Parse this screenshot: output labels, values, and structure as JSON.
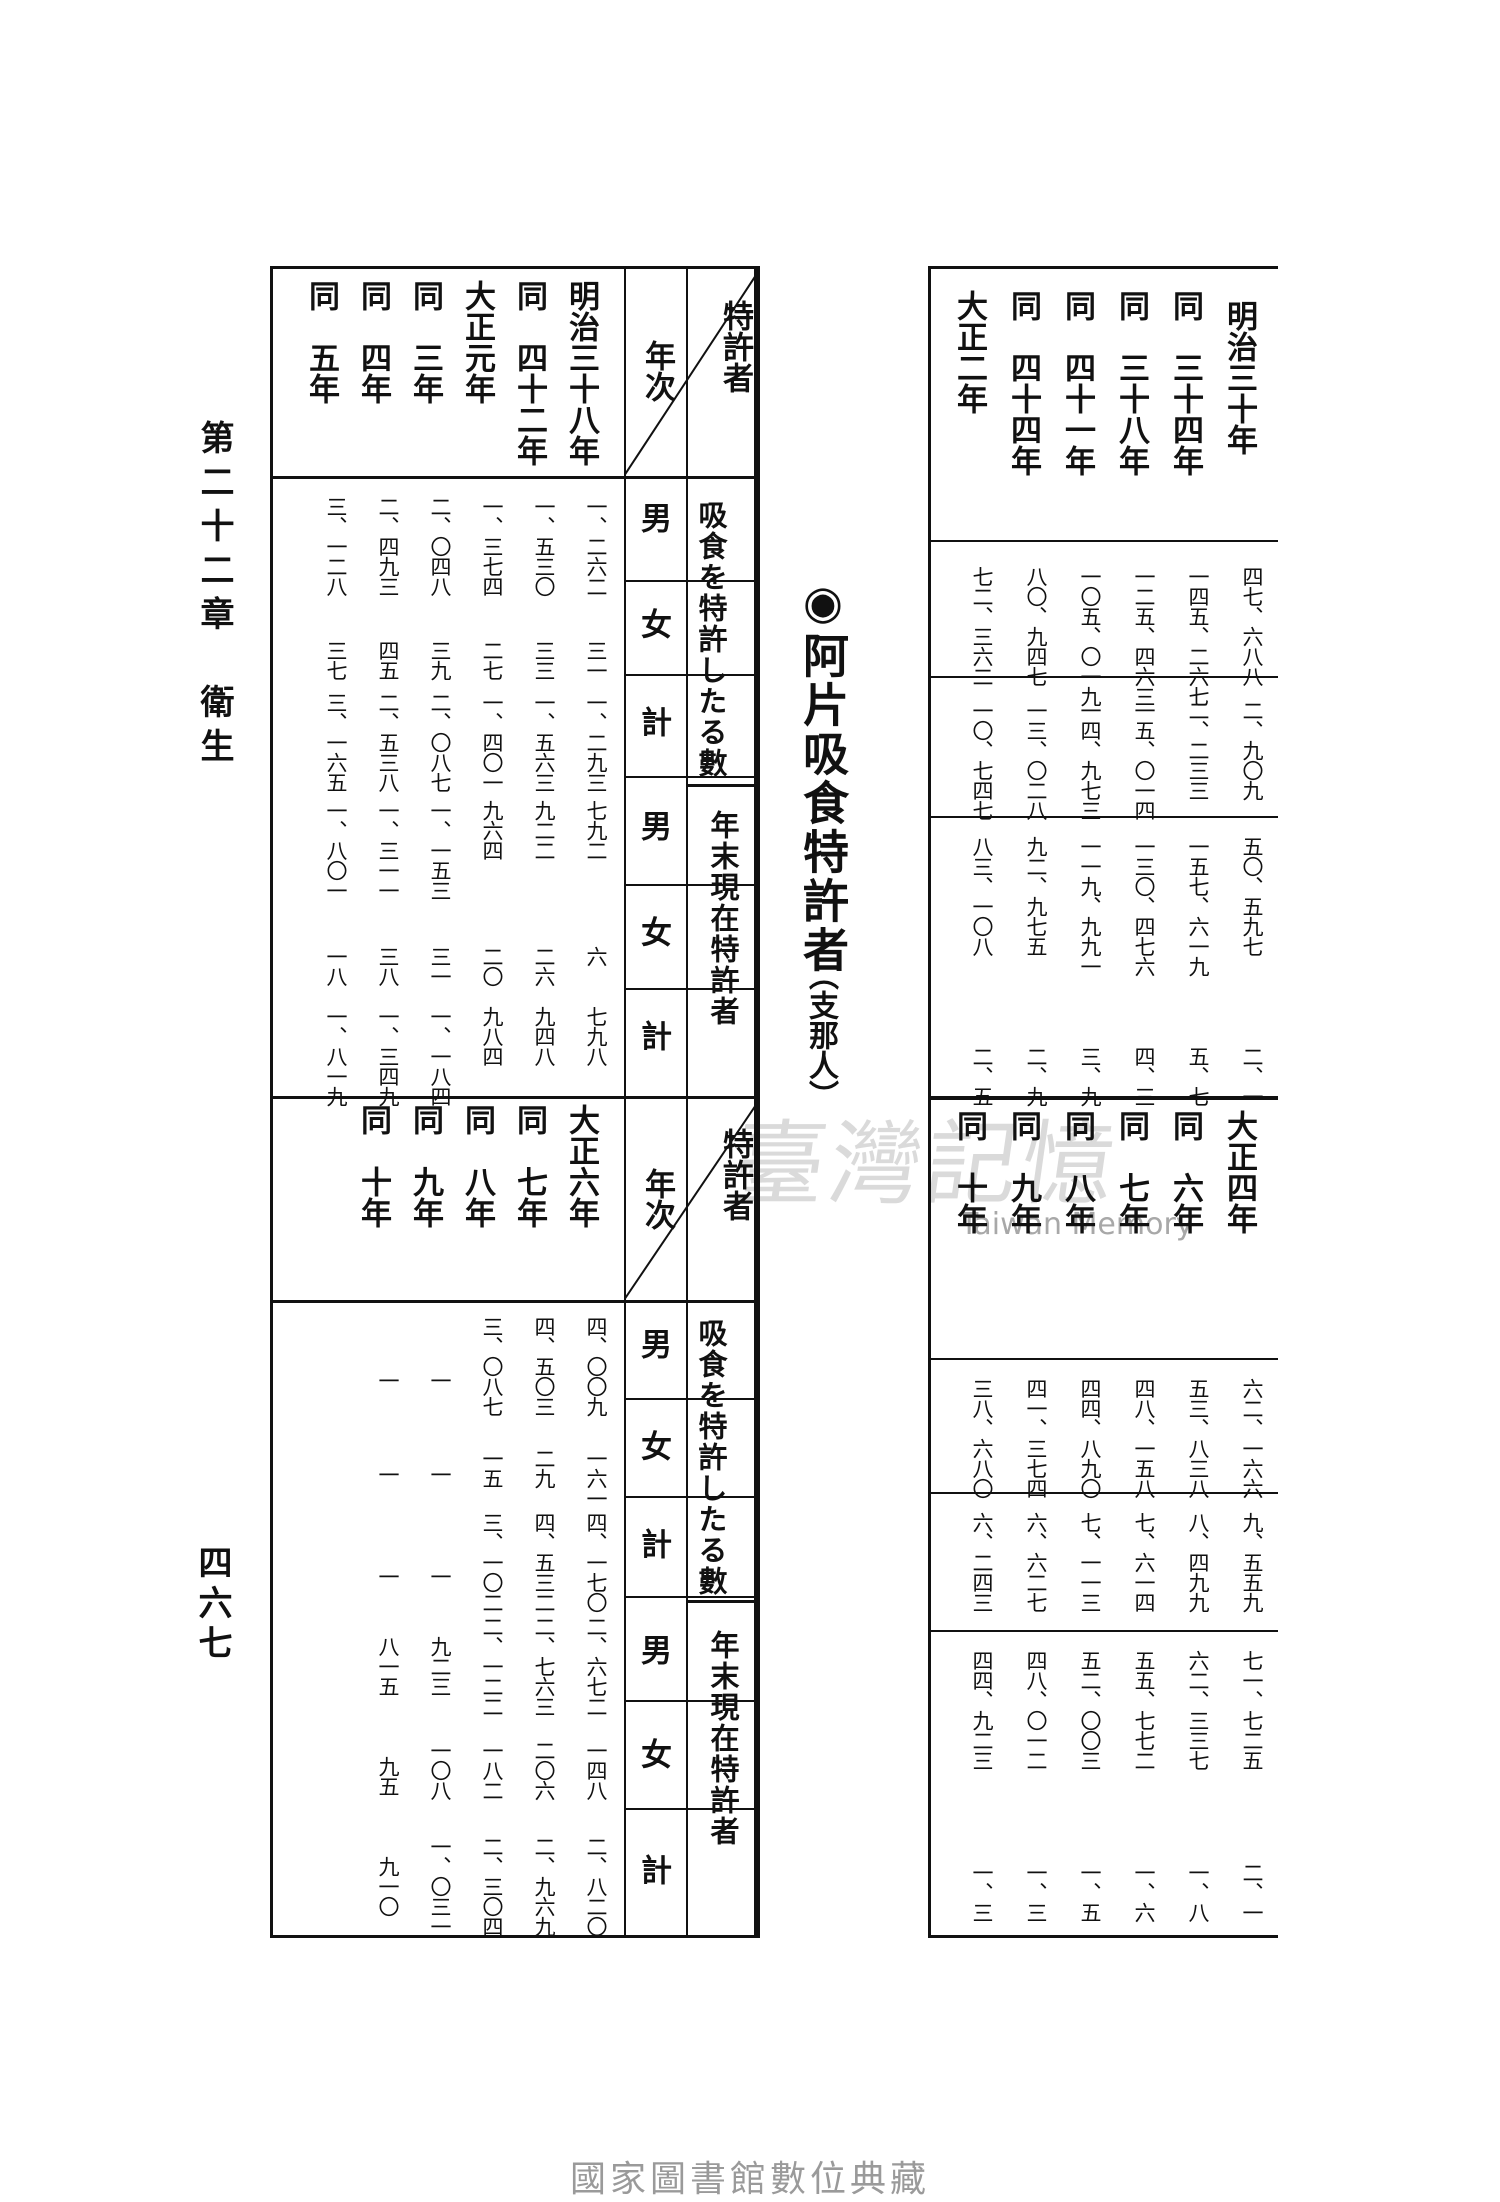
{
  "page": {
    "chapter": "第二十二章　衛生",
    "page_number": "四六七",
    "title": "◉阿片吸食特許者",
    "title_note": "（支那人）",
    "watermark_cn": "臺灣記憶",
    "watermark_en": "Taiwan Memory",
    "footer": "國家圖書館數位典藏"
  },
  "header": {
    "diag_top": "特許者",
    "diag_bottom": "年次",
    "group1": "吸食を特許したる數",
    "group2": "年末現在特許者",
    "male": "男",
    "female": "女",
    "total": "計"
  },
  "left_upper": {
    "years": [
      "明治三十八年",
      "同　四十二年",
      "大正元年",
      "同　三年",
      "同　四年",
      "同　五年"
    ],
    "granted_male": [
      "一、二六二",
      "一、五三〇",
      "一、三七四",
      "二、〇四八",
      "二、四九三",
      "三、一二八"
    ],
    "granted_female": [
      "三一",
      "三三",
      "二七",
      "三九",
      "四五",
      "三七"
    ],
    "granted_total": [
      "一、二九三",
      "一、五六三",
      "一、四〇一",
      "二、〇八七",
      "二、五三八",
      "三、一六五"
    ],
    "year_end_male": [
      "七九二",
      "九二二",
      "九六四",
      "一、一五三",
      "一、三一一",
      "一、八〇一"
    ],
    "year_end_female": [
      "六",
      "二六",
      "二〇",
      "三一",
      "三八",
      "一八"
    ],
    "year_end_total": [
      "七九八",
      "九四八",
      "九八四",
      "一、一八四",
      "一、三四九",
      "一、八一九"
    ]
  },
  "left_lower": {
    "years": [
      "大正六年",
      "同　七年",
      "同　八年",
      "同　九年",
      "同　十年"
    ],
    "granted_male": [
      "四、〇〇九",
      "四、五〇三",
      "三、〇八七",
      "一",
      "一"
    ],
    "granted_female": [
      "一六一",
      "二九",
      "一五",
      "一",
      "一"
    ],
    "granted_total": [
      "四、一七〇",
      "四、五三二",
      "三、一〇二",
      "一",
      "一"
    ],
    "year_end_male": [
      "二、六七二",
      "二、七六三",
      "二、一二二",
      "九二三",
      "八一五"
    ],
    "year_end_female": [
      "一四八",
      "二〇六",
      "一八二",
      "一〇八",
      "九五"
    ],
    "year_end_total": [
      "二、八二〇",
      "二、九六九",
      "二、三〇四",
      "一、〇三一",
      "九一〇"
    ]
  },
  "right_upper": {
    "years": [
      "明治三十年",
      "同　三十四年",
      "同　三十八年",
      "同　四十一年",
      "同　四十四年",
      "大正二年"
    ],
    "col1": [
      "四七、六八八",
      "一四五、二六七",
      "一二五、四六三",
      "一〇五、〇一九",
      "八〇、九四七",
      "七二、三六二"
    ],
    "col2": [
      "二、九〇九",
      "二、二三三",
      "一五、〇一四",
      "一四、九七三",
      "一三、〇二八",
      "一〇、七四七"
    ],
    "col3": [
      "五〇、五九七",
      "一五七、六一九",
      "一三〇、四七六",
      "一一九、九九一",
      "九二、九七五",
      "八三、一〇八"
    ],
    "col4": [
      "二、一",
      "五、七",
      "四、三",
      "三、九",
      "二、九",
      "二、五"
    ]
  },
  "right_lower": {
    "years": [
      "大正四年",
      "同　六年",
      "同　七年",
      "同　八年",
      "同　九年",
      "同　十年"
    ],
    "col1": [
      "六二、一六六",
      "五三、八三八",
      "四八、一五八",
      "四四、八九〇",
      "四一、三七四",
      "三八、六八〇"
    ],
    "col2": [
      "九、五五九",
      "八、四九九",
      "七、六一四",
      "七、一一三",
      "六、六二七",
      "六、二四三"
    ],
    "col3": [
      "七一、七二五",
      "六二、三三七",
      "五五、七七二",
      "五二、〇〇三",
      "四八、〇一二",
      "四四、九二三"
    ],
    "col4": [
      "二、一",
      "一、八",
      "一、六",
      "一、五",
      "一、三",
      "一、三"
    ]
  }
}
